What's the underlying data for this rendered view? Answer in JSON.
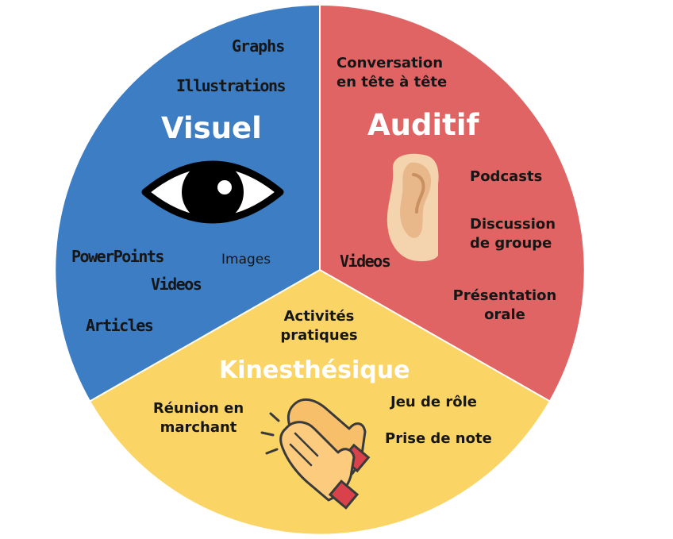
{
  "sections": {
    "visuel": {
      "title": "Visuel",
      "color": "#3C7DC4",
      "items": [
        "Graphs",
        "Illustrations",
        "PowerPoints",
        "Images",
        "Videos",
        "Articles"
      ]
    },
    "auditif": {
      "title": "Auditif",
      "color": "#E06464",
      "items": [
        "Conversation en tête à tête",
        "Podcasts",
        "Discussion de groupe",
        "Videos",
        "Présentation orale"
      ]
    },
    "kinesthesique": {
      "title": "Kinesthésique",
      "color": "#FAD566",
      "items": [
        "Activités pratiques",
        "Jeu de rôle",
        "Réunion en marchant",
        "Prise de note"
      ]
    }
  },
  "icons": {
    "visuel": "eye-icon",
    "auditif": "ear-icon",
    "kinesthesique": "clapping-hands-icon"
  }
}
